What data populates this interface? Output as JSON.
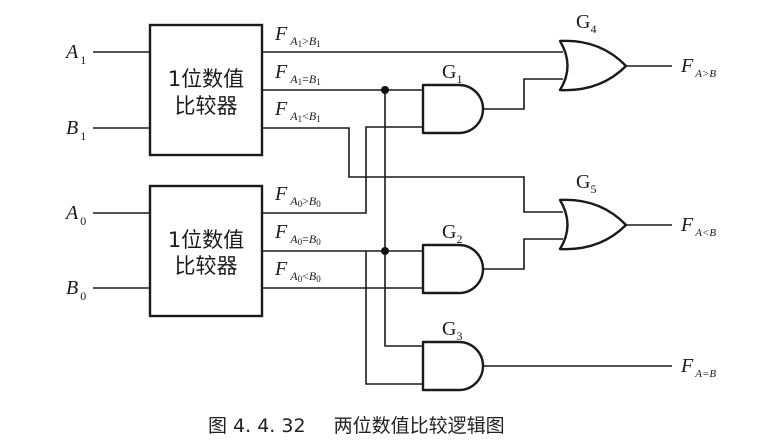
{
  "diagram": {
    "comparators": [
      {
        "id": "top",
        "text_line1": "1位数值",
        "text_line2": "比较器",
        "inputs": [
          {
            "main": "A",
            "sub": "1"
          },
          {
            "main": "B",
            "sub": "1"
          }
        ],
        "outputs": [
          {
            "main": "F",
            "sub_a": "A",
            "sub_a_idx": "1",
            "op": ">",
            "sub_b": "B",
            "sub_b_idx": "1"
          },
          {
            "main": "F",
            "sub_a": "A",
            "sub_a_idx": "1",
            "op": "=",
            "sub_b": "B",
            "sub_b_idx": "1"
          },
          {
            "main": "F",
            "sub_a": "A",
            "sub_a_idx": "1",
            "op": "<",
            "sub_b": "B",
            "sub_b_idx": "1"
          }
        ]
      },
      {
        "id": "bottom",
        "text_line1": "1位数值",
        "text_line2": "比较器",
        "inputs": [
          {
            "main": "A",
            "sub": "0"
          },
          {
            "main": "B",
            "sub": "0"
          }
        ],
        "outputs": [
          {
            "main": "F",
            "sub_a": "A",
            "sub_a_idx": "0",
            "op": ">",
            "sub_b": "B",
            "sub_b_idx": "0"
          },
          {
            "main": "F",
            "sub_a": "A",
            "sub_a_idx": "0",
            "op": "=",
            "sub_b": "B",
            "sub_b_idx": "0"
          },
          {
            "main": "F",
            "sub_a": "A",
            "sub_a_idx": "0",
            "op": "<",
            "sub_b": "B",
            "sub_b_idx": "0"
          }
        ]
      }
    ],
    "gates": [
      {
        "id": "G1",
        "type": "AND",
        "label_main": "G",
        "label_sub": "1"
      },
      {
        "id": "G2",
        "type": "AND",
        "label_main": "G",
        "label_sub": "2"
      },
      {
        "id": "G3",
        "type": "AND",
        "label_main": "G",
        "label_sub": "3"
      },
      {
        "id": "G4",
        "type": "OR",
        "label_main": "G",
        "label_sub": "4"
      },
      {
        "id": "G5",
        "type": "OR",
        "label_main": "G",
        "label_sub": "5"
      }
    ],
    "final_outputs": [
      {
        "main": "F",
        "sub": "A>B"
      },
      {
        "main": "F",
        "sub": "A<B"
      },
      {
        "main": "F",
        "sub": "A=B"
      }
    ],
    "caption": {
      "figure_no": "图 4. 4. 32",
      "title": "两位数值比较逻辑图"
    }
  }
}
